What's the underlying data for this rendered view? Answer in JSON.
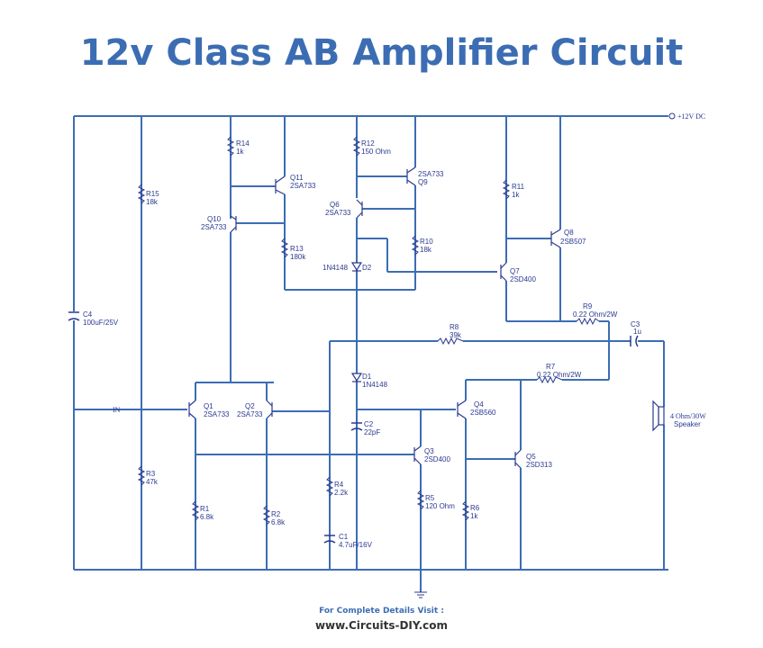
{
  "title": "12v Class AB Amplifier Circuit",
  "supply_label": "+12V DC",
  "input_label": "IN",
  "footer": {
    "line1": "For Complete Details Visit :",
    "line2": "www.Circuits-DIY.com"
  },
  "components": {
    "r14": {
      "name": "R14",
      "value": "1k"
    },
    "r12": {
      "name": "R12",
      "value": "150 Ohm"
    },
    "r15": {
      "name": "R15",
      "value": "18k"
    },
    "r13": {
      "name": "R13",
      "value": "180k"
    },
    "r10": {
      "name": "R10",
      "value": "18k"
    },
    "r11": {
      "name": "R11",
      "value": "1k"
    },
    "r9": {
      "name": "R9",
      "value": "0.22 Ohm/2W"
    },
    "r8": {
      "name": "R8",
      "value": "39k"
    },
    "r7": {
      "name": "R7",
      "value": "0.22 Ohm/2W"
    },
    "r3": {
      "name": "R3",
      "value": "47k"
    },
    "r4": {
      "name": "R4",
      "value": "2.2k"
    },
    "r5": {
      "name": "R5",
      "value": "120 Ohm"
    },
    "r6": {
      "name": "R6",
      "value": "1k"
    },
    "r1": {
      "name": "R1",
      "value": "6.8k"
    },
    "r2": {
      "name": "R2",
      "value": "6.8k"
    },
    "q11": {
      "name": "Q11",
      "value": "2SA733"
    },
    "q10": {
      "name": "Q10",
      "value": "2SA733"
    },
    "q9": {
      "name": "Q9",
      "value": "2SA733"
    },
    "q6": {
      "name": "Q6",
      "value": "2SA733"
    },
    "q8": {
      "name": "Q8",
      "value": "2SB507"
    },
    "q7": {
      "name": "Q7",
      "value": "2SD400"
    },
    "q1": {
      "name": "Q1",
      "value": "2SA733"
    },
    "q2": {
      "name": "Q2",
      "value": "2SA733"
    },
    "q4": {
      "name": "Q4",
      "value": "2SB560"
    },
    "q3": {
      "name": "Q3",
      "value": "2SD400"
    },
    "q5": {
      "name": "Q5",
      "value": "2SD313"
    },
    "d2": {
      "name": "D2",
      "value": "1N4148"
    },
    "d1": {
      "name": "D1",
      "value": "1N4148"
    },
    "c4": {
      "name": "C4",
      "value": "100uF/25V"
    },
    "c3": {
      "name": "C3",
      "value": "1u"
    },
    "c2": {
      "name": "C2",
      "value": "22pF"
    },
    "c1": {
      "name": "C1",
      "value": "4.7uF/16V"
    },
    "speaker": {
      "name": "Speaker",
      "value": "4 Ohm/30W"
    }
  }
}
